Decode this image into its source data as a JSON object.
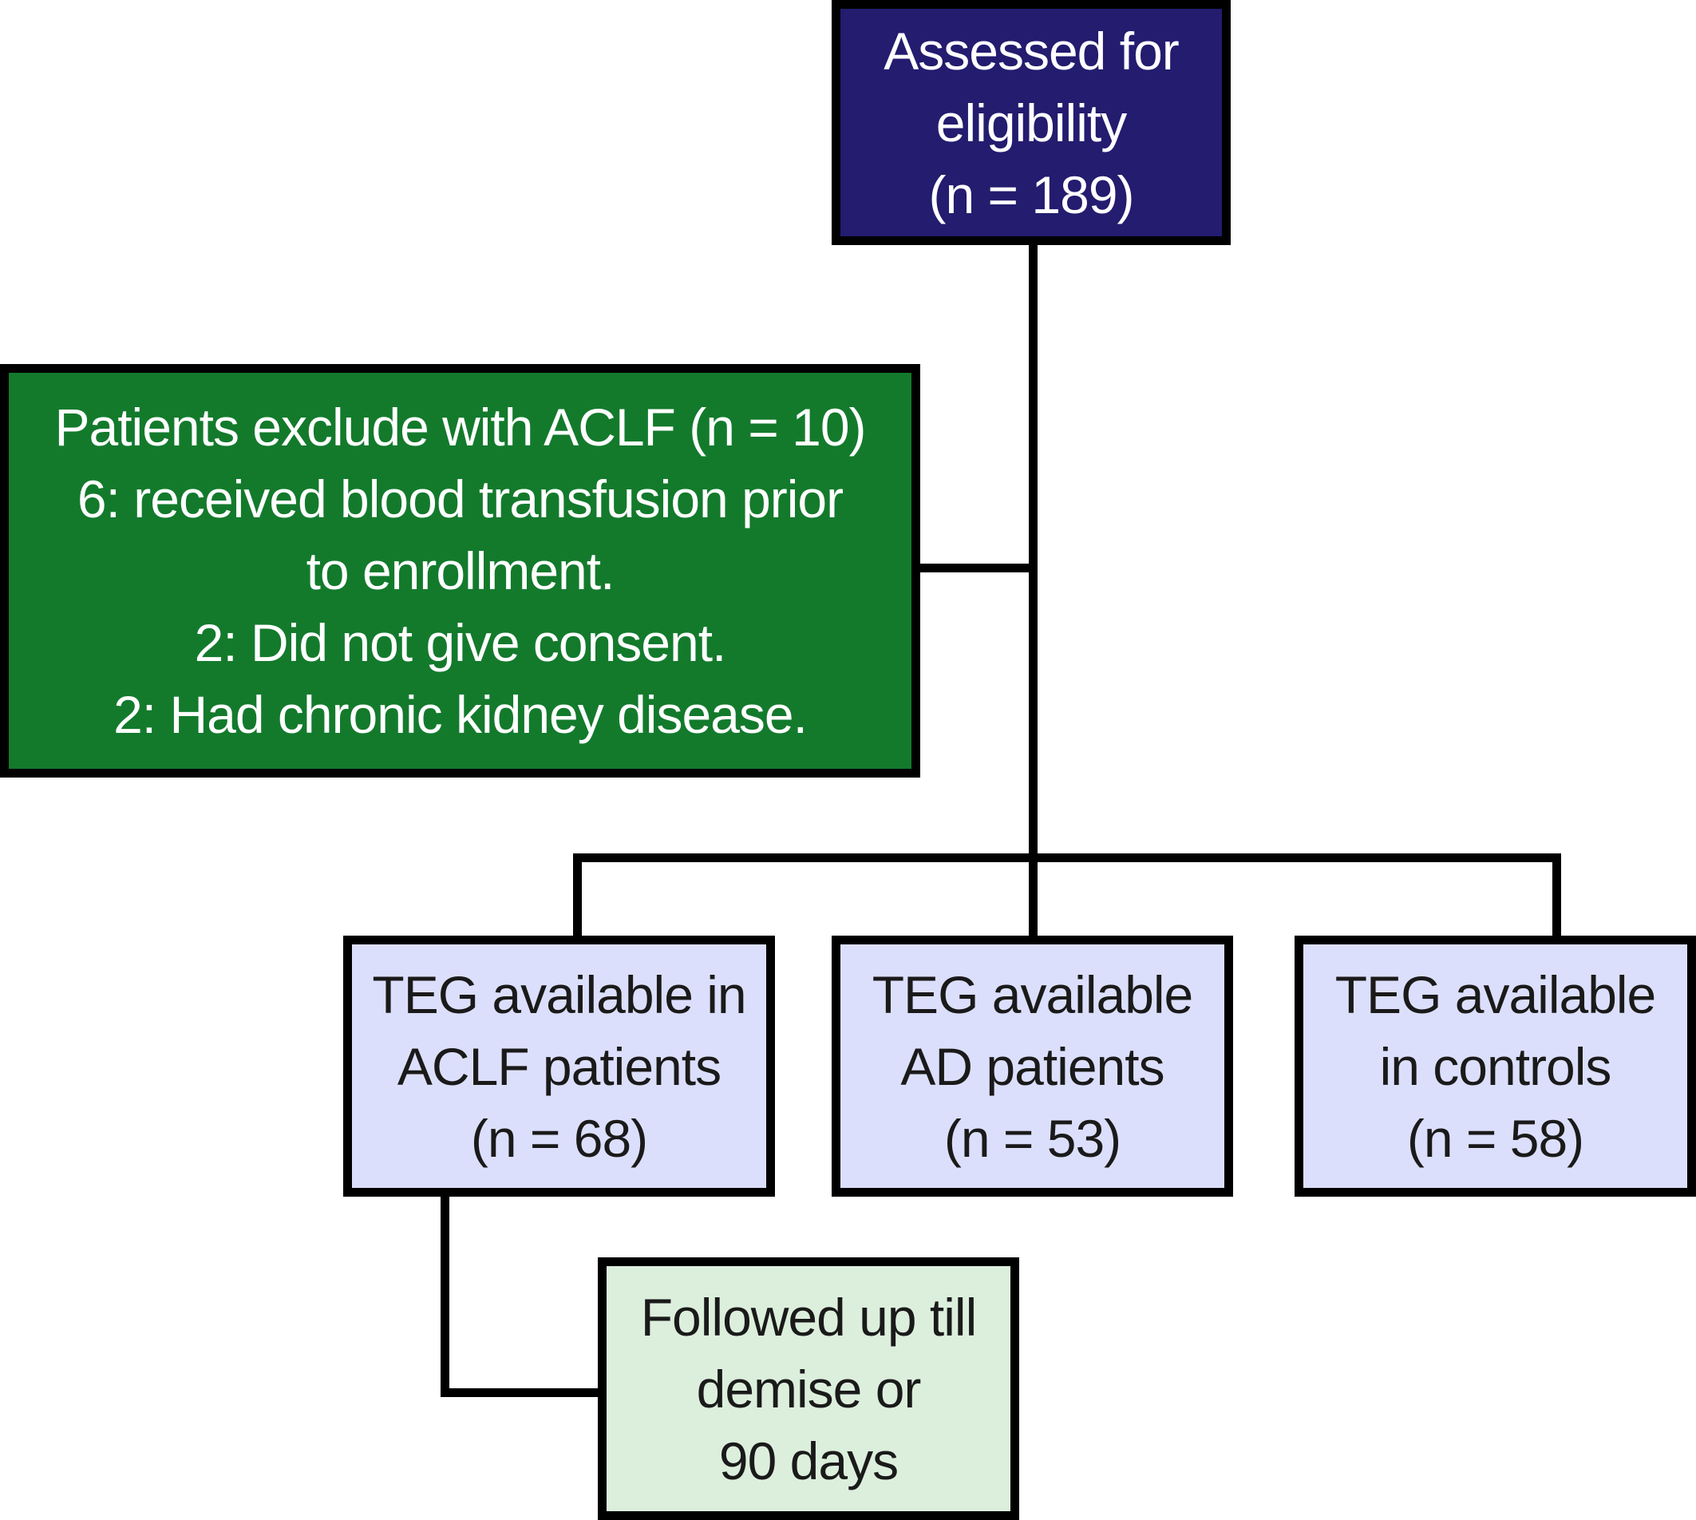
{
  "boxes": {
    "assessed": {
      "lines": [
        "Assessed for",
        "eligibility",
        "(n = 189)"
      ],
      "color": "#231c6f"
    },
    "excluded": {
      "lines": [
        "Patients exclude with ACLF (n = 10)",
        "6: received blood transfusion prior",
        "to enrollment.",
        "2: Did not give consent.",
        "2: Had chronic kidney disease."
      ],
      "color": "#137a2c"
    },
    "aclf": {
      "lines": [
        "TEG available in",
        "ACLF patients",
        "(n = 68)"
      ],
      "color": "#dcdffb"
    },
    "ad": {
      "lines": [
        "TEG available",
        "AD patients",
        "(n = 53)"
      ],
      "color": "#dcdffb"
    },
    "controls": {
      "lines": [
        "TEG available",
        "in controls",
        "(n = 58)"
      ],
      "color": "#dcdffb"
    },
    "followup": {
      "lines": [
        "Followed up till",
        "demise or",
        "90 days"
      ],
      "color": "#dcefdc"
    }
  }
}
